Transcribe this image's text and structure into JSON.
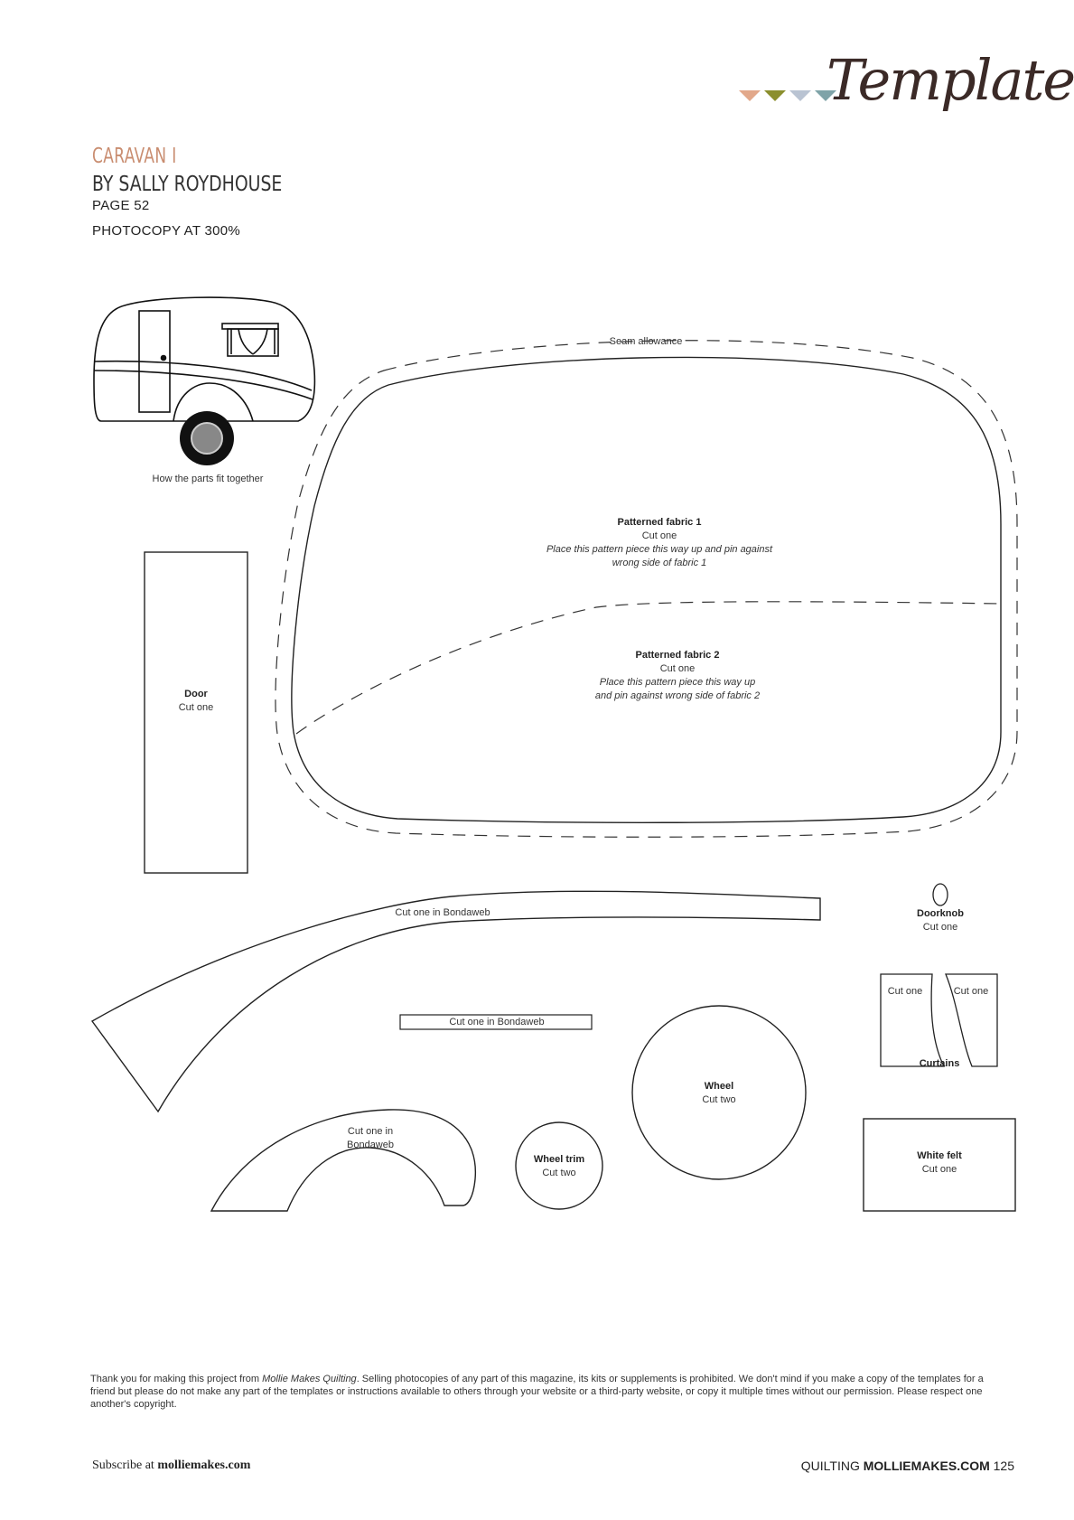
{
  "header": {
    "logo_script": "Templates",
    "bunting_colors": [
      "#e2a88a",
      "#8b8f2e",
      "#b9c3d2",
      "#7fa3a8"
    ]
  },
  "project": {
    "title": "CARAVAN I",
    "byline": "BY SALLY ROYDHOUSE",
    "page": "PAGE 52",
    "photocopy": "PHOTOCOPY AT 300%"
  },
  "labels": {
    "how_fit": "How the parts fit together",
    "seam": "Seam allowance",
    "pf1_title": "Patterned fabric 1",
    "pf1_cut": "Cut one",
    "pf1_note_1": "Place this pattern piece this way up and pin against",
    "pf1_note_2": "wrong side of fabric 1",
    "pf2_title": "Patterned fabric 2",
    "pf2_cut": "Cut one",
    "pf2_note_1": "Place this pattern piece this way up",
    "pf2_note_2": "and pin against wrong side of fabric 2",
    "door_title": "Door",
    "door_cut": "Cut one",
    "stripe_long": "Cut one in Bondaweb",
    "stripe_short": "Cut one in Bondaweb",
    "arch_1": "Cut one in",
    "arch_2": "Bondaweb",
    "doorknob_title": "Doorknob",
    "doorknob_cut": "Cut one",
    "curtain_left": "Cut one",
    "curtain_right": "Cut one",
    "curtains_title": "Curtains",
    "wheel_title": "Wheel",
    "wheel_cut": "Cut two",
    "wheeltrim_title": "Wheel trim",
    "wheeltrim_cut": "Cut two",
    "felt_title": "White felt",
    "felt_cut": "Cut one"
  },
  "footer": {
    "note_pre": "Thank you for making this project from ",
    "note_mag": "Mollie Makes Quilting",
    "note_post": ". Selling photocopies of any part of this magazine, its kits or supplements is prohibited. We don't mind if you make a copy of the templates for a friend but please do not make any part of the templates or instructions available to others through your website or a third-party website, or copy it multiple times without our permission. Please respect one another's copyright.",
    "subscribe_pre": "Subscribe at ",
    "subscribe_site": "molliemakes.com",
    "section": "QUILTING ",
    "site": "MOLLIEMAKES.COM",
    "page_number": "125"
  }
}
